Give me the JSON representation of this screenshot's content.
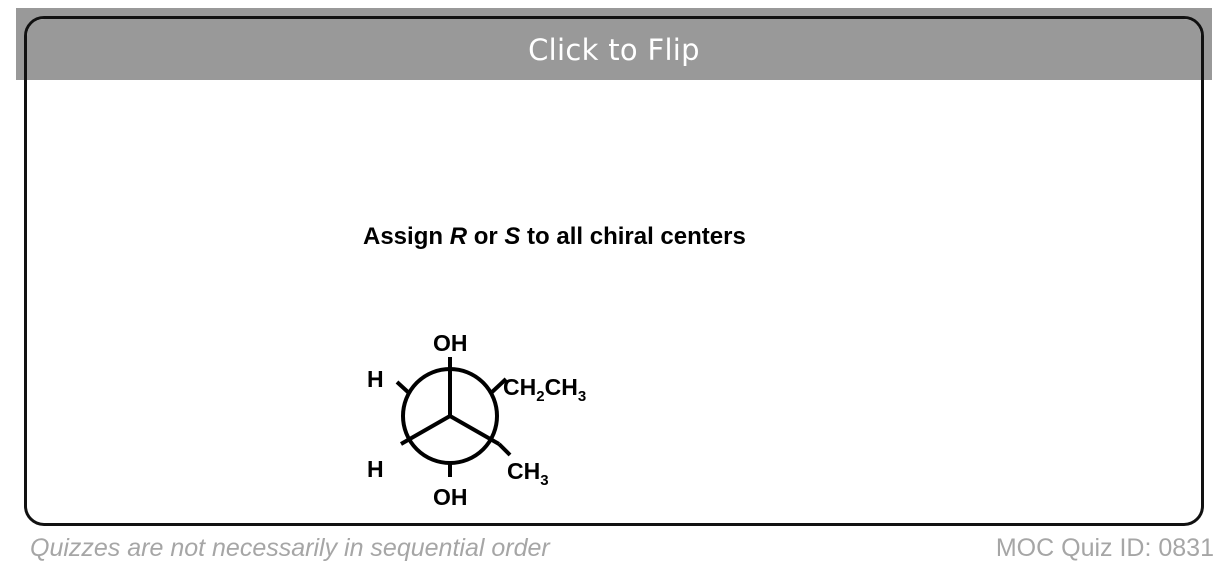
{
  "card": {
    "flip_label": "Click to Flip",
    "question": {
      "prefix": "Assign ",
      "r": "R",
      "middle": " or ",
      "s": "S",
      "suffix": " to all chiral centers"
    },
    "newman": {
      "front_top": "OH",
      "front_left": "H",
      "front_right": "CH",
      "front_right_sub": "2",
      "front_right_tail": "CH",
      "front_right_tail_sub": "3",
      "back_left": "H",
      "back_right": "CH",
      "back_right_sub": "3",
      "back_bottom": "OH"
    }
  },
  "footer": {
    "note": "Quizzes are not necessarily in sequential order",
    "quiz_id": "MOC Quiz ID: 0831"
  },
  "colors": {
    "bar": "#999999",
    "footer_text": "#a6a6a6",
    "border": "#111111"
  }
}
